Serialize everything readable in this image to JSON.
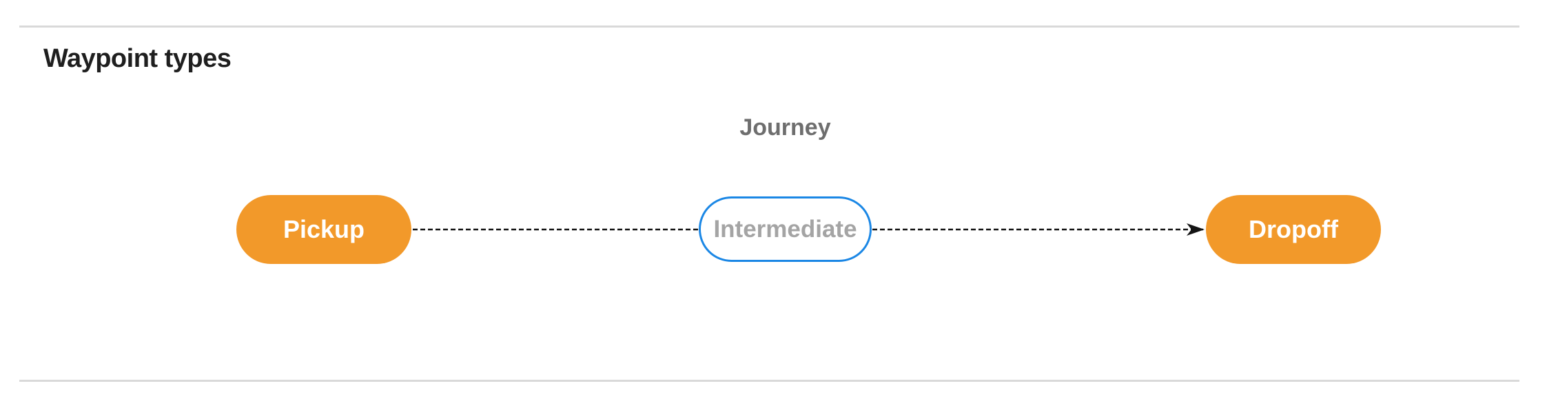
{
  "page": {
    "title": "Waypoint types"
  },
  "diagram": {
    "edge_label": "Journey",
    "edge_style": "dashed-arrow",
    "nodes": [
      {
        "id": "pickup",
        "label": "Pickup",
        "style": "filled"
      },
      {
        "id": "intermediate",
        "label": "Intermediate",
        "style": "outlined"
      },
      {
        "id": "dropoff",
        "label": "Dropoff",
        "style": "filled"
      }
    ],
    "edges": [
      {
        "from": "pickup",
        "to": "intermediate",
        "arrow": false
      },
      {
        "from": "intermediate",
        "to": "dropoff",
        "arrow": true
      }
    ]
  },
  "colors": {
    "node_fill": "#F2992A",
    "node_text_filled": "#FFFFFF",
    "outline_blue": "#1B87E5",
    "outline_text": "#A4A4A4",
    "edge_label_gray": "#6E6E6E",
    "title_black": "#1F1F1F",
    "divider_gray": "#D9D9D9",
    "edge_black": "#141414"
  }
}
